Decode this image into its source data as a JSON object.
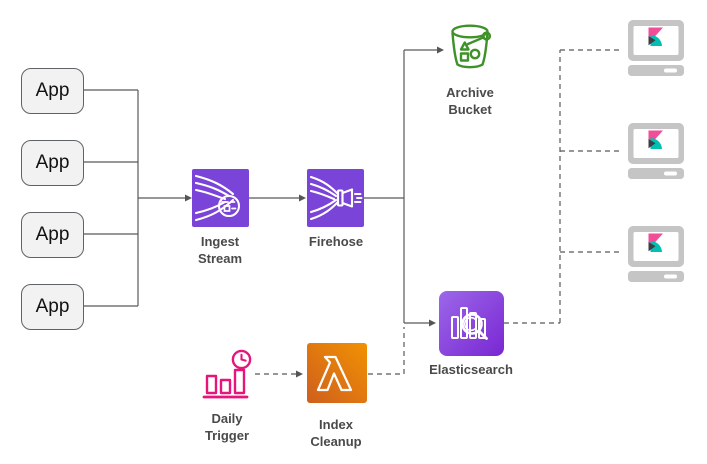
{
  "diagram": {
    "app_sources": [
      "App",
      "App",
      "App",
      "App"
    ],
    "nodes": {
      "ingest_stream": {
        "label": "Ingest Stream",
        "icon": "kinesis-data-streams-icon",
        "color": "#7B44D8"
      },
      "firehose": {
        "label": "Firehose",
        "icon": "kinesis-firehose-icon",
        "color": "#7B44D8"
      },
      "archive_bucket": {
        "label": "Archive Bucket",
        "icon": "s3-bucket-icon",
        "color": "#3F9129"
      },
      "elasticsearch": {
        "label": "Elasticsearch",
        "icon": "elasticsearch-icon",
        "gradient_top": "#9C67E9",
        "gradient_bottom": "#7927D2"
      },
      "daily_trigger": {
        "label": "Daily Trigger",
        "icon": "scheduled-event-icon",
        "color": "#E7157B"
      },
      "index_cleanup": {
        "label": "Index Cleanup",
        "icon": "lambda-icon",
        "gradient_start": "#CE5F1D",
        "gradient_end": "#F29103"
      },
      "kibana_clients": {
        "count": 3,
        "icon": "kibana-workstation-icon",
        "colors": {
          "frame": "#C5C5C5",
          "pink": "#F04E98",
          "teal": "#00BFB3",
          "dark": "#3D3D42"
        }
      }
    },
    "connectors": {
      "line_color": "#595959"
    }
  }
}
